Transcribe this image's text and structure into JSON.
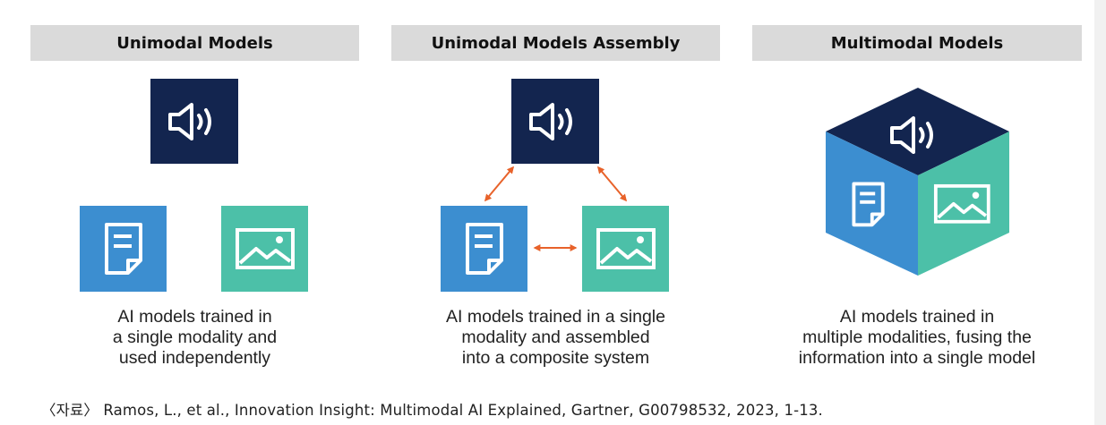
{
  "colors": {
    "navy": "#13254f",
    "blue": "#3c8ed0",
    "teal": "#4cc0a8",
    "arrow": "#e8622a",
    "header_bg": "#dadada"
  },
  "icons": [
    "speaker-icon",
    "document-icon",
    "image-icon"
  ],
  "panels": [
    {
      "title": "Unimodal Models",
      "description": [
        "AI models trained in",
        "a single modality and",
        "used independently"
      ]
    },
    {
      "title": "Unimodal Models Assembly",
      "description": [
        "AI models trained in a single",
        "modality and assembled",
        "into a composite system"
      ]
    },
    {
      "title": "Multimodal Models",
      "description": [
        "AI models trained in",
        "multiple modalities, fusing the",
        "information into a single model"
      ]
    }
  ],
  "source": "〈자료〉 Ramos, L., et al., Innovation Insight: Multimodal AI Explained, Gartner, G00798532, 2023, 1-13."
}
